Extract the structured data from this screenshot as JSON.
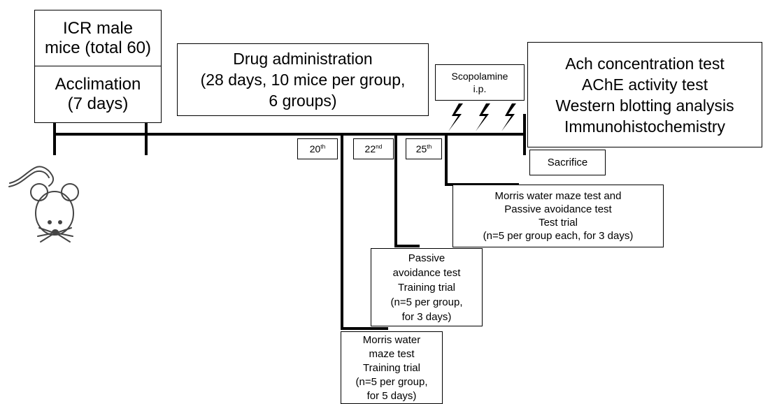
{
  "title_box": {
    "cohort": [
      "ICR male",
      "mice (total 60)"
    ],
    "acclimation": [
      "Acclimation",
      "(7 days)"
    ]
  },
  "drug_box": [
    "Drug administration",
    "(28 days, 10 mice per group,",
    "6 groups)"
  ],
  "scopolamine_box": [
    "Scopolamine",
    "i.p."
  ],
  "analysis_box": [
    "Ach concentration test",
    "AChE activity test",
    "Western blotting analysis",
    "Immunohistochemistry"
  ],
  "sacrifice_label": "Sacrifice",
  "day_labels": [
    {
      "num": "20",
      "sup": "th"
    },
    {
      "num": "22",
      "sup": "nd"
    },
    {
      "num": "25",
      "sup": "th"
    }
  ],
  "mwm_training_box": [
    "Morris water",
    "maze test",
    "Training trial",
    "(n=5 per group,",
    "for 5 days)"
  ],
  "pa_training_box": [
    "Passive",
    "avoidance  test",
    "Training trial",
    "(n=5 per group,",
    "for 3 days)"
  ],
  "test_trial_box": [
    "Morris water maze test and",
    "Passive avoidance  test",
    "Test trial",
    "(n=5 per group each, for 3 days)"
  ],
  "colors": {
    "stroke": "#000000",
    "background": "#ffffff"
  },
  "icons": {
    "mouse": "mouse-icon",
    "injection": "lightning-bolt-icon"
  }
}
